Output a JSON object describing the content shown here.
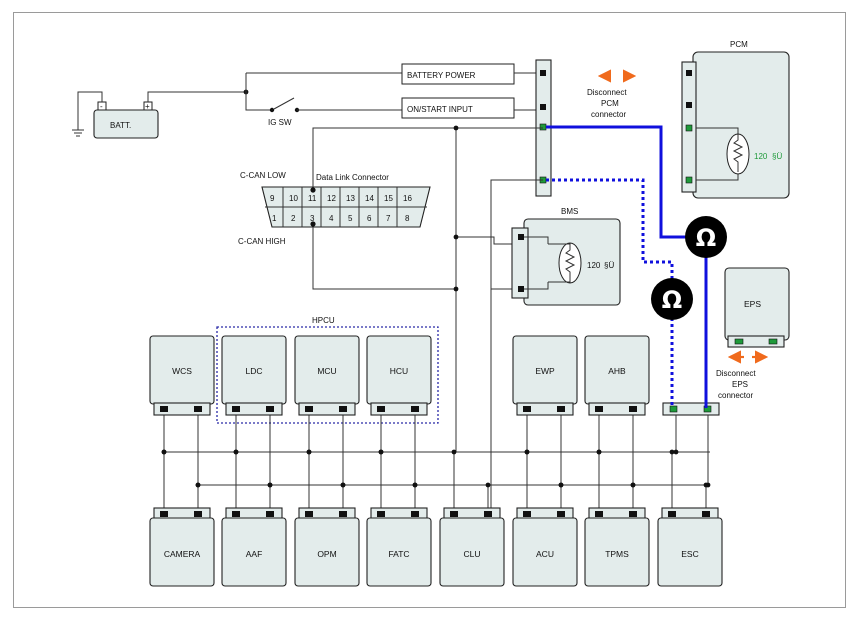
{
  "labels": {
    "batt": "BATT.",
    "minus": "-",
    "plus": "+",
    "ig_sw": "IG SW",
    "battery_power": "BATTERY POWER",
    "on_start_input": "ON/START INPUT",
    "can_low": "C-CAN LOW",
    "can_high": "C-CAN HIGH",
    "dlc_title": "Data Link Connector",
    "dlc_top_pins": [
      "9",
      "10",
      "11",
      "12",
      "13",
      "14",
      "15",
      "16"
    ],
    "dlc_bottom_pins": [
      "1",
      "2",
      "3",
      "4",
      "5",
      "6",
      "7",
      "8"
    ],
    "pcm": "PCM",
    "pcm_res": "120",
    "pcm_unit": "§Ü",
    "bms": "BMS",
    "bms_res": "120",
    "bms_unit": "§Ü",
    "disc_pcm": [
      "Disconnect",
      "PCM",
      "connector"
    ],
    "eps": "EPS",
    "disc_eps": [
      "Disconnect",
      "EPS",
      "connector"
    ],
    "hpcu": "HPCU",
    "ohm": "Ω"
  },
  "top_modules": [
    "WCS",
    "LDC",
    "MCU",
    "HCU",
    "EWP",
    "AHB"
  ],
  "bottom_modules": [
    "CAMERA",
    "AAF",
    "OPM",
    "FATC",
    "CLU",
    "ACU",
    "TPMS",
    "ESC"
  ],
  "colors": {
    "module_fill": "#e3eceb",
    "can_line": "#1010dd",
    "arrow": "#f06a1c",
    "green_pin": "#1f9a3a",
    "ohm_fill": "#000000"
  }
}
